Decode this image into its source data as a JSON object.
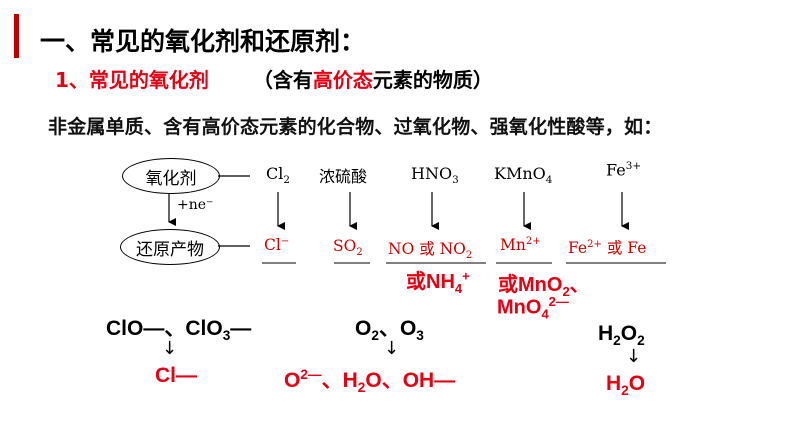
{
  "heading": "一、常见的氧化剂和还原剂：",
  "subheading": {
    "number_title": "1、常见的氧化剂",
    "paren_open": "（含有",
    "highlight": "高价态",
    "paren_rest": "元素的物质）"
  },
  "intro": "非金属单质、含有高价态元素的化合物、过氧化物、强氧化性酸等，如：",
  "diagram": {
    "oxidizer_oval": "氧化剂",
    "electron_label": "+ne⁻",
    "product_oval": "还原产物",
    "oxidizers": {
      "cl2": "Cl",
      "cl2_sub": "2",
      "h2so4": "浓硫酸",
      "hno3": "HNO",
      "hno3_sub": "3",
      "kmno4": "KMnO",
      "kmno4_sub": "4",
      "fe3": "Fe",
      "fe3_sup": "3+"
    },
    "products": {
      "cl_minus": "Cl",
      "cl_minus_sup": "−",
      "so2": "SO",
      "so2_sub": "2",
      "no_part": "NO 或 NO",
      "no2_sub": "2",
      "mn2": "Mn",
      "mn2_sup": "2+",
      "fe2": "Fe",
      "fe2_sup": "2+",
      "or_fe": " 或 Fe"
    },
    "extra_products": {
      "nh4_prefix": "或NH",
      "nh4_sub": "4",
      "nh4_sup": "+",
      "mno2_line1_prefix": "或MnO",
      "mno2_sub": "2",
      "mno2_line1_suffix": "、",
      "mno4_prefix": "MnO",
      "mno4_sub": "4",
      "mno4_sup": "2—"
    }
  },
  "examples": {
    "clo_group": {
      "clo": "ClO—",
      "sep": "、",
      "clo3": "ClO",
      "clo3_sub": "3",
      "clo3_tail": "—",
      "arrow": "↓",
      "product": "Cl—"
    },
    "o2_group": {
      "o2": "O",
      "o2_sub": "2",
      "sep": "、",
      "o3": "O",
      "o3_sub": "3",
      "arrow": "↓",
      "p1": "O",
      "p1_sup": "2—",
      "sep2": "、",
      "p2": "H",
      "p2_sub": "2",
      "p2_tail": "O",
      "sep3": "、",
      "p3": "OH—"
    },
    "h2o2_group": {
      "h": "H",
      "h_sub": "2",
      "o": "O",
      "o_sub": "2",
      "arrow": "↓",
      "p_h": "H",
      "p_h_sub": "2",
      "p_o": "O"
    }
  },
  "colors": {
    "accent": "#c00000",
    "highlight_red": "#e60012",
    "product_red": "#d00000"
  }
}
